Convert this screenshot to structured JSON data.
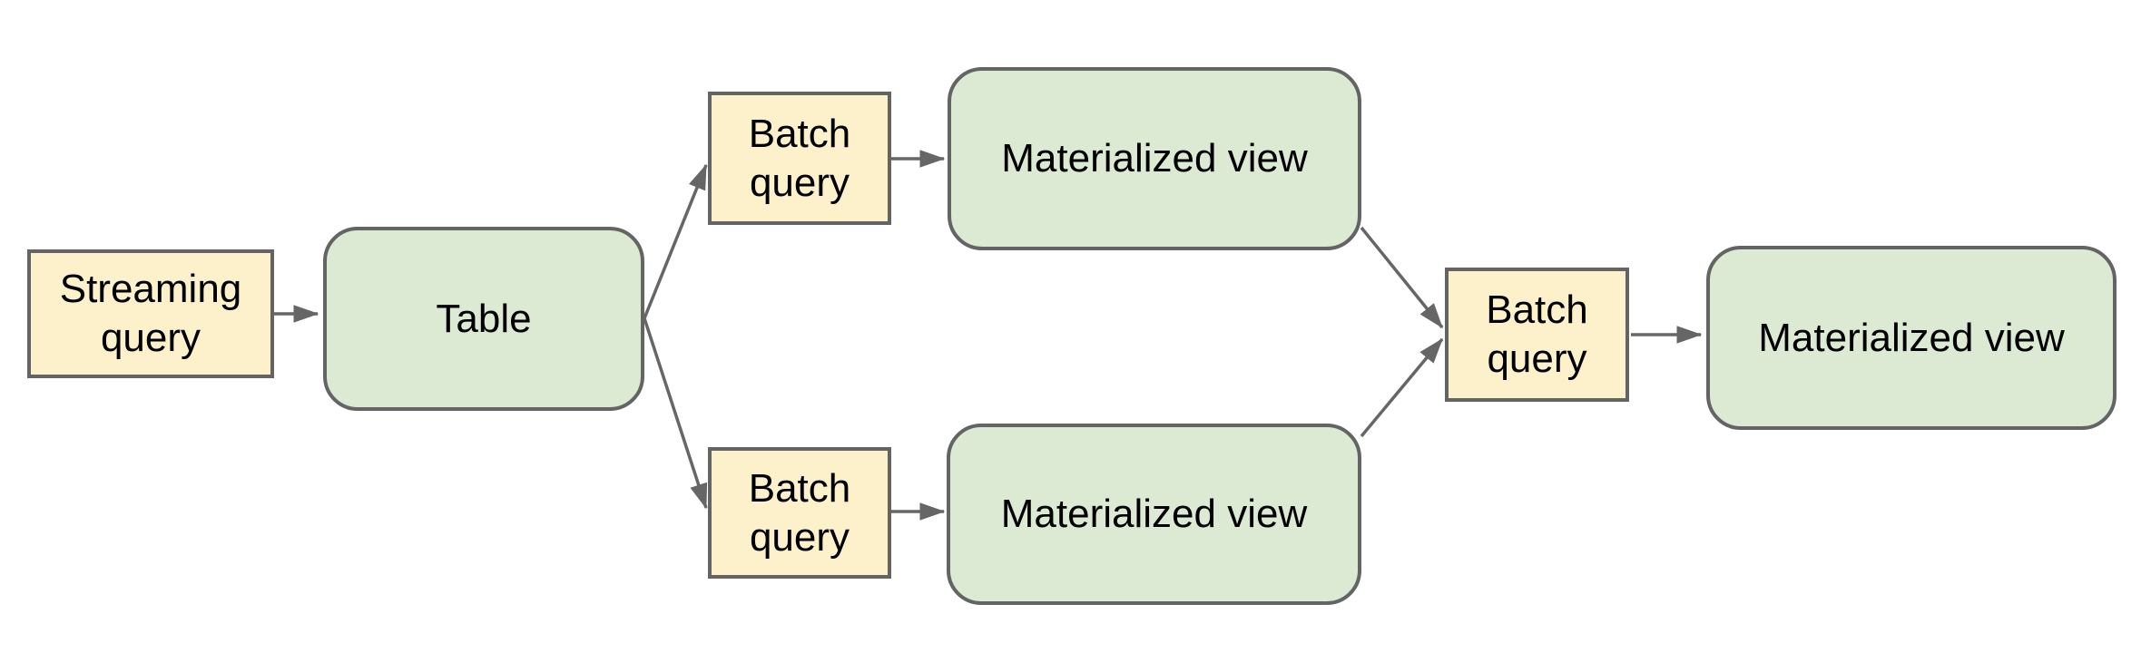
{
  "diagram": {
    "description_labels": {
      "streaming_query": "Streaming query",
      "table": "Table",
      "batch_query": "Batch query",
      "materialized_view": "Materialized view"
    }
  },
  "nodes": [
    {
      "id": "streaming-query",
      "label": "Streaming query",
      "shape": "rectangle",
      "kind": "query"
    },
    {
      "id": "table",
      "label": "Table",
      "shape": "rounded",
      "kind": "view"
    },
    {
      "id": "batch-query-top",
      "label": "Batch query",
      "shape": "rectangle",
      "kind": "query"
    },
    {
      "id": "materialized-view-top",
      "label": "Materialized view",
      "shape": "rounded",
      "kind": "view"
    },
    {
      "id": "batch-query-bottom",
      "label": "Batch query",
      "shape": "rectangle",
      "kind": "query"
    },
    {
      "id": "materialized-view-bottom",
      "label": "Materialized view",
      "shape": "rounded",
      "kind": "view"
    },
    {
      "id": "batch-query-right",
      "label": "Batch query",
      "shape": "rectangle",
      "kind": "query"
    },
    {
      "id": "materialized-view-right",
      "label": "Materialized view",
      "shape": "rounded",
      "kind": "view"
    }
  ],
  "edges": [
    {
      "from": "streaming-query",
      "to": "table"
    },
    {
      "from": "table",
      "to": "batch-query-top"
    },
    {
      "from": "table",
      "to": "batch-query-bottom"
    },
    {
      "from": "batch-query-top",
      "to": "materialized-view-top"
    },
    {
      "from": "batch-query-bottom",
      "to": "materialized-view-bottom"
    },
    {
      "from": "materialized-view-top",
      "to": "batch-query-right"
    },
    {
      "from": "materialized-view-bottom",
      "to": "batch-query-right"
    },
    {
      "from": "batch-query-right",
      "to": "materialized-view-right"
    }
  ],
  "colors": {
    "query_fill": "#FCF1CB",
    "view_fill": "#DCE9D3",
    "border": "#646464",
    "arrow": "#666666",
    "text": "#000000",
    "background": "#ffffff"
  }
}
